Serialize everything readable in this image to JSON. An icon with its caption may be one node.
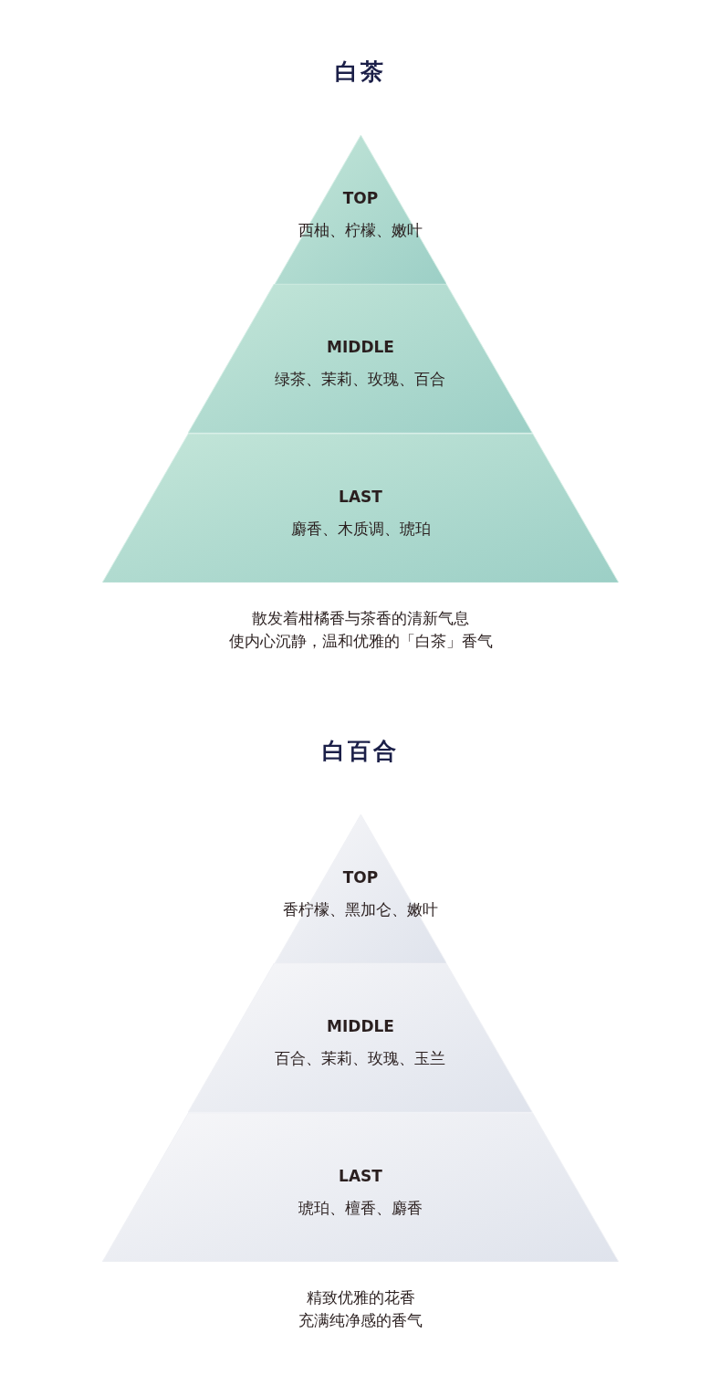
{
  "diagram": {
    "nodes": [
      {
        "text": [
          "白茶"
        ],
        "beside": [
          "散发着柑橘香与茶香的清新气息",
          "使内心沉静，温和优雅的「白茶」香气"
        ]
      },
      {
        "text": [
          "TOP",
          "西柚、柠檬、嫩叶"
        ],
        "in": 0
      },
      {
        "text": [
          "MIDDLE",
          "绿茶、茉莉、玫瑰、百合"
        ],
        "in": 0
      },
      {
        "text": [
          "LAST",
          "麝香、木质调、琥珀"
        ],
        "in": 0
      },
      {
        "text": [
          "白百合"
        ],
        "beside": [
          "精致优雅的花香",
          "充满纯净感的香气"
        ]
      },
      {
        "text": [
          "TOP",
          "香柠檬、黑加仑、嫩叶"
        ],
        "in": 4
      },
      {
        "text": [
          "MIDDLE",
          "百合、茉莉、玫瑰、玉兰"
        ],
        "in": 4
      },
      {
        "text": [
          "LAST",
          "琥珀、檀香、麝香"
        ],
        "in": 4
      }
    ],
    "edges": []
  }
}
